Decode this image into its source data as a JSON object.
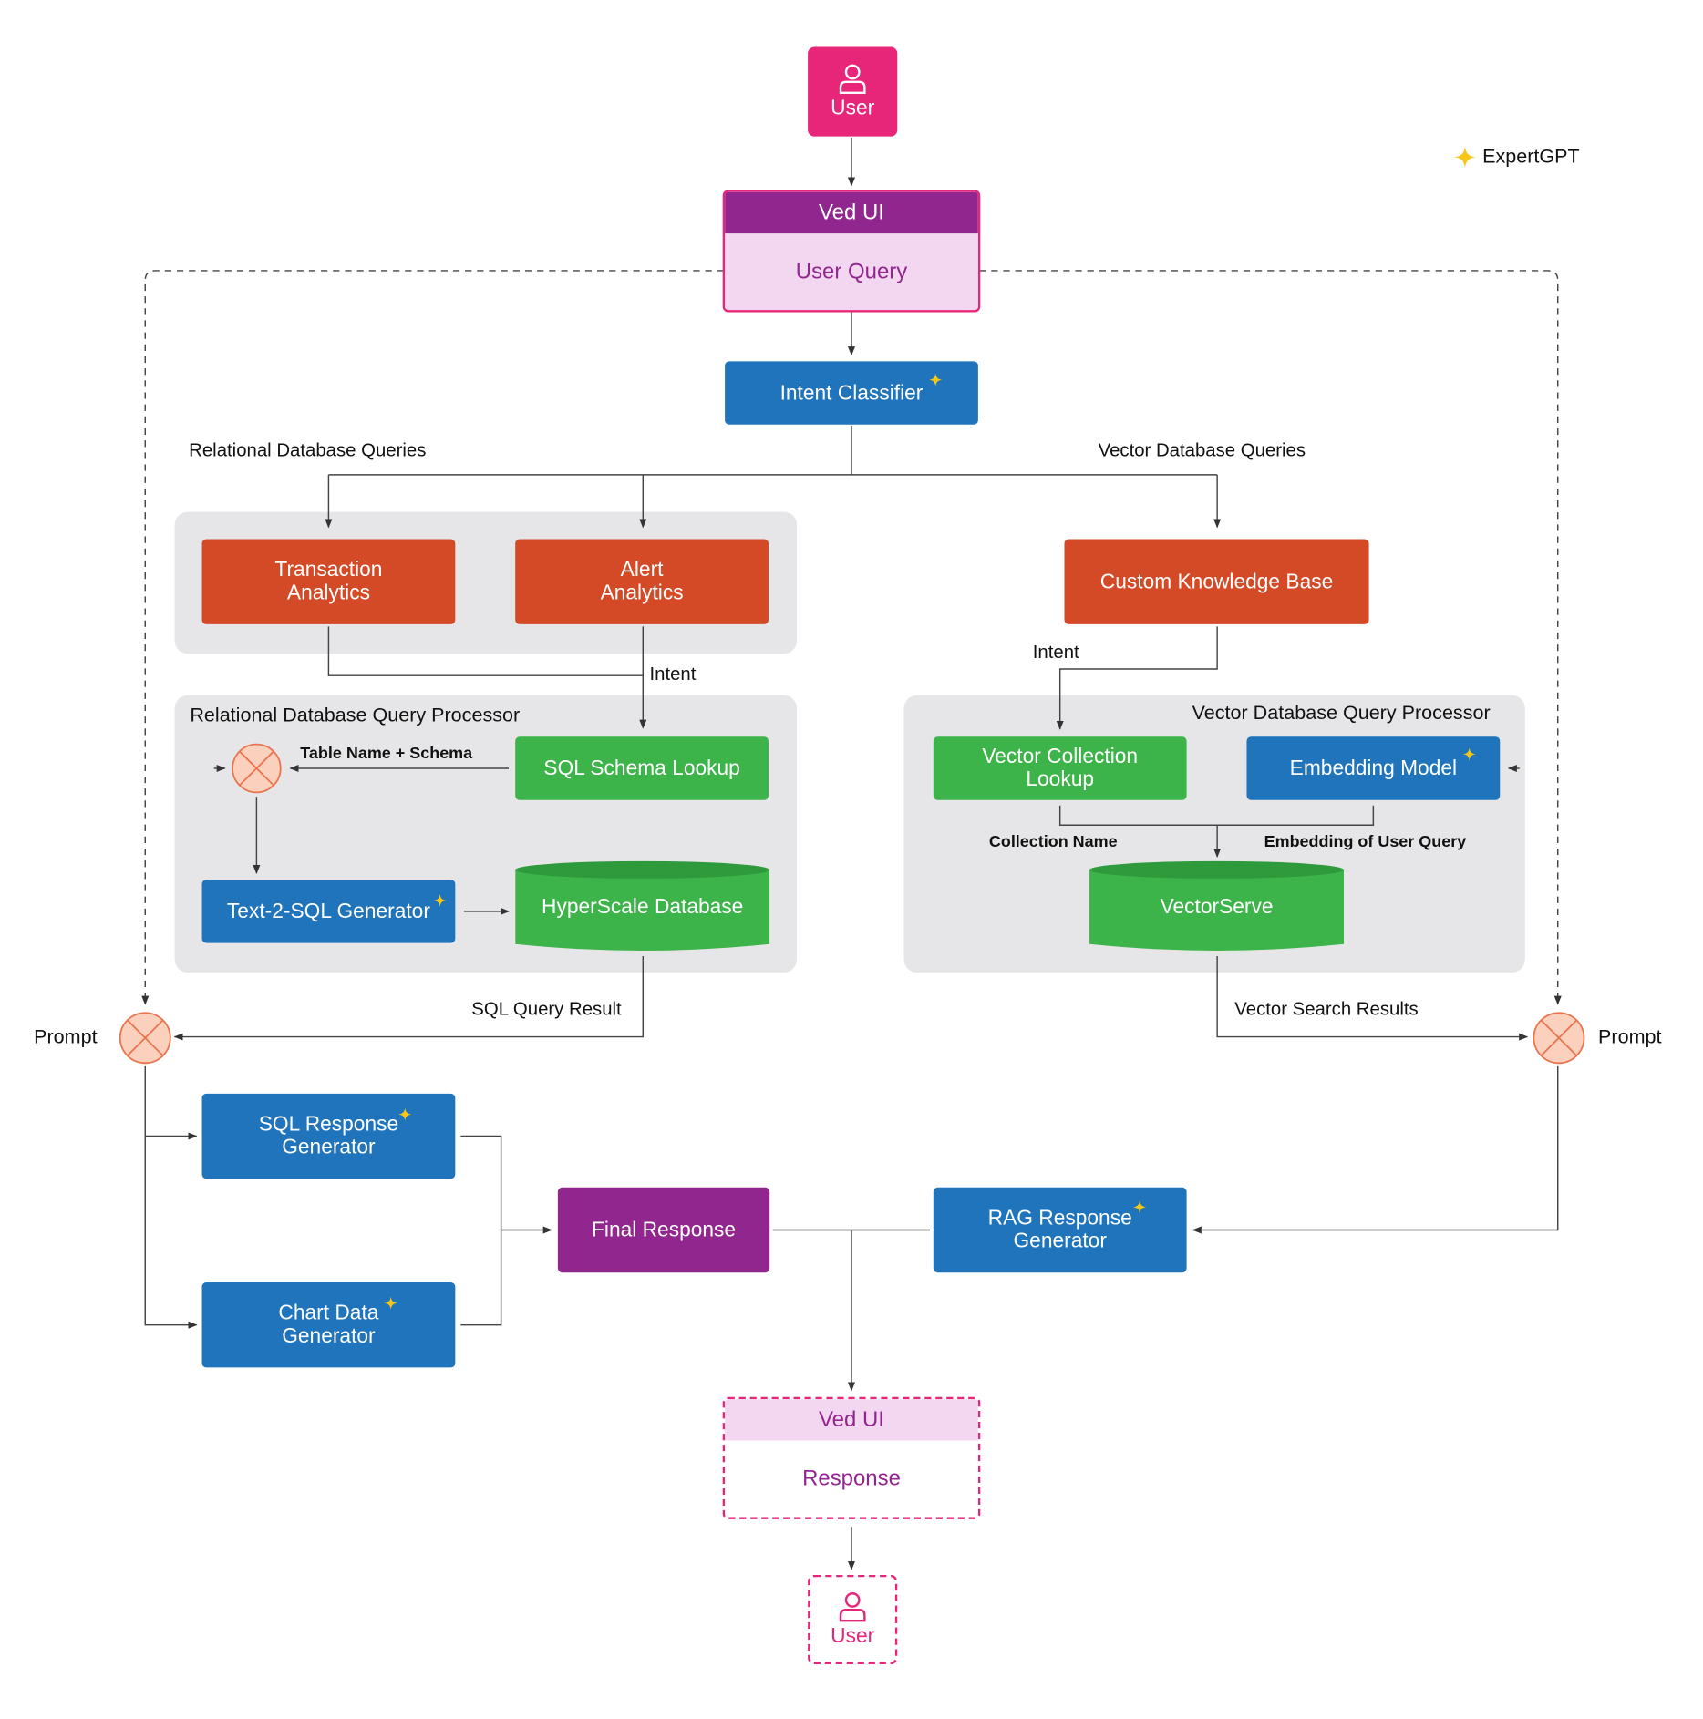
{
  "brand": {
    "label": "ExpertGPT",
    "color": "#f5c518"
  },
  "colors": {
    "user": "#e7267a",
    "ved_header": "#92268f",
    "ved_body": "#f3d7f0",
    "router": "#d44a26",
    "model": "#1f74bb",
    "store": "#3db44a",
    "final": "#92268f",
    "group_bg": "#e6e6e8",
    "mixer_fill": "#fbd0bd",
    "mixer_stroke": "#e9754f"
  },
  "top": {
    "user_label": "User",
    "ved_ui": {
      "title": "Ved UI",
      "body": "User Query"
    },
    "intent_classifier": "Intent Classifier"
  },
  "branches": {
    "relational_label": "Relational Database Queries",
    "vector_label": "Vector Database Queries"
  },
  "relational": {
    "transaction_analytics": [
      "Transaction",
      "Analytics"
    ],
    "alert_analytics": [
      "Alert",
      "Analytics"
    ],
    "intent_label": "Intent",
    "processor": {
      "title": "Relational Database Query Processor",
      "table_schema_label": "Table Name + Schema",
      "sql_schema_lookup": "SQL Schema Lookup",
      "text2sql": "Text-2-SQL Generator",
      "database": "HyperScale Database"
    },
    "result_label": "SQL Query Result",
    "prompt_label": "Prompt"
  },
  "vector": {
    "custom_kb": "Custom Knowledge Base",
    "intent_label": "Intent",
    "processor": {
      "title": "Vector Database Query Processor",
      "collection_lookup": [
        "Vector Collection",
        "Lookup"
      ],
      "embedding_model": "Embedding Model",
      "collection_name_label": "Collection Name",
      "embedding_label": "Embedding of User Query",
      "store": "VectorServe"
    },
    "result_label": "Vector Search Results",
    "prompt_label": "Prompt"
  },
  "generators": {
    "sql_response": [
      "SQL Response",
      "Generator"
    ],
    "chart_data": [
      "Chart Data",
      "Generator"
    ],
    "rag_response": [
      "RAG Response",
      "Generator"
    ],
    "final_response": "Final Response"
  },
  "bottom": {
    "ved_ui": {
      "title": "Ved UI",
      "body": "Response"
    },
    "user_label": "User"
  }
}
